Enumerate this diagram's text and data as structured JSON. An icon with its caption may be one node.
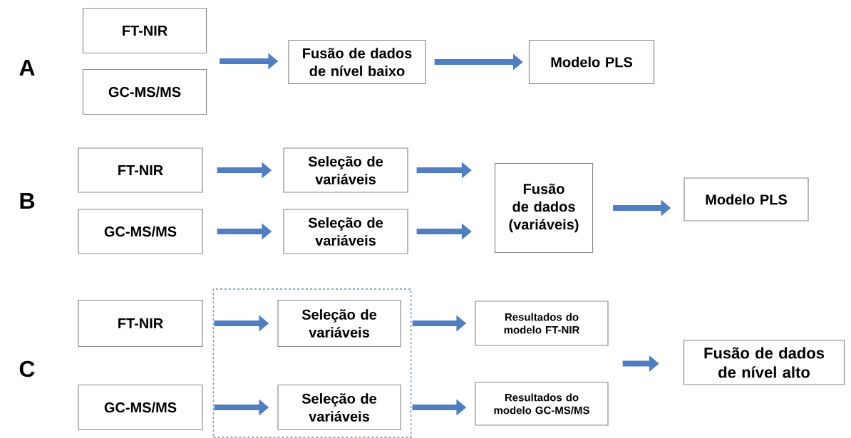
{
  "diagram": {
    "nodes": [
      {
        "text": [
          "FT-NIR"
        ]
      },
      {
        "text": [
          "GC-MS/MS"
        ]
      },
      {
        "text": [
          "Fusão de dados de nível baixo"
        ]
      },
      {
        "text": [
          "Modelo PLS"
        ]
      },
      {
        "text": [
          "FT-NIR"
        ]
      },
      {
        "text": [
          "GC-MS/MS"
        ]
      },
      {
        "text": [
          "Seleção de variáveis"
        ]
      },
      {
        "text": [
          "Seleção de variáveis"
        ]
      },
      {
        "text": [
          "Fusão de dados (variáveis)"
        ]
      },
      {
        "text": [
          "Modelo PLS"
        ]
      },
      {
        "text": [
          "FT-NIR"
        ]
      },
      {
        "text": [
          "GC-MS/MS"
        ]
      },
      {
        "text": [],
        "shape": "box"
      },
      {
        "text": [
          "Seleção de variáveis"
        ],
        "in": 12
      },
      {
        "text": [
          "Seleção de variáveis"
        ],
        "in": 12
      },
      {
        "text": [
          "Resultados do modelo FT-NIR"
        ]
      },
      {
        "text": [
          "Resultados do modelo GC-MS/MS"
        ]
      },
      {
        "text": [
          "Fusão de dados de nível alto"
        ]
      }
    ],
    "edges": [
      {
        "from": 0,
        "to": 2,
        "arrow": "to"
      },
      {
        "from": 1,
        "to": 2,
        "arrow": "to"
      },
      {
        "from": 2,
        "to": 3,
        "arrow": "to"
      },
      {
        "from": 4,
        "to": 6,
        "arrow": "to"
      },
      {
        "from": 5,
        "to": 7,
        "arrow": "to"
      },
      {
        "from": 6,
        "to": 8,
        "arrow": "to"
      },
      {
        "from": 7,
        "to": 8,
        "arrow": "to"
      },
      {
        "from": 8,
        "to": 9,
        "arrow": "to"
      },
      {
        "from": 10,
        "to": 13,
        "arrow": "to"
      },
      {
        "from": 11,
        "to": 14,
        "arrow": "to"
      },
      {
        "from": 13,
        "to": 15,
        "arrow": "to"
      },
      {
        "from": 14,
        "to": 16,
        "arrow": "to"
      },
      {
        "from": 15,
        "to": 17,
        "arrow": "to"
      },
      {
        "from": 16,
        "to": 17,
        "arrow": "to"
      }
    ],
    "labels": [
      "A",
      "B",
      "C"
    ]
  }
}
